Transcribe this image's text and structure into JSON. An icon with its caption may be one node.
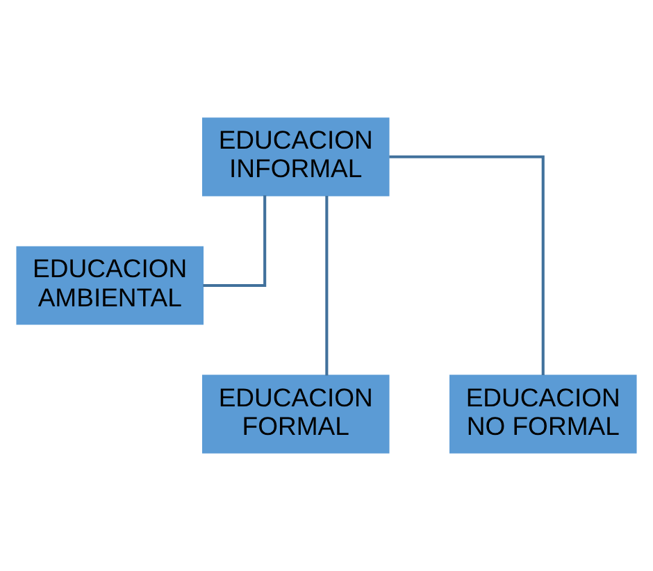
{
  "diagram": {
    "nodes": [
      {
        "text": [
          "EDUCACION INFORMAL"
        ]
      },
      {
        "text": [
          "EDUCACION AMBIENTAL"
        ]
      },
      {
        "text": [
          "EDUCACION FORMAL"
        ]
      },
      {
        "text": [
          "EDUCACION NO FORMAL"
        ]
      }
    ],
    "edges": [
      {
        "from": 0,
        "to": 1,
        "arrow": "none"
      },
      {
        "from": 0,
        "to": 2,
        "arrow": "none"
      },
      {
        "from": 0,
        "to": 3,
        "arrow": "none"
      }
    ]
  }
}
